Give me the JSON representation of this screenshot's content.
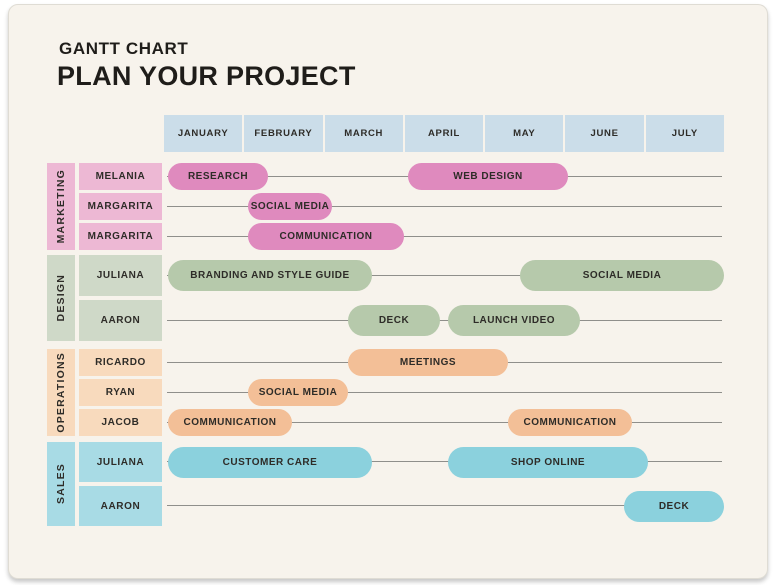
{
  "header": {
    "eyebrow": "GANTT CHART",
    "title": "PLAN YOUR PROJECT"
  },
  "palette": {
    "page_bg": "#ffffff",
    "card_bg": "#f7f3ec",
    "card_border": "#dfdcd4",
    "month_header_bg": "#cbdde9",
    "row_line": "#8f8f8b",
    "text": "#2e2c28"
  },
  "chart_data": {
    "type": "gantt",
    "title": "PLAN YOUR PROJECT",
    "subtitle": "GANTT CHART",
    "x_axis": {
      "unit": "month",
      "labels": [
        "JANUARY",
        "FEBRUARY",
        "MARCH",
        "APRIL",
        "MAY",
        "JUNE",
        "JULY"
      ],
      "range": [
        0,
        7
      ]
    },
    "groups": [
      {
        "name": "MARKETING",
        "light": "#edb8d4",
        "dark": "#df8abe",
        "rows": [
          {
            "person": "MELANIA",
            "tasks": [
              {
                "label": "RESEARCH",
                "start": 0.05,
                "end": 1.3
              },
              {
                "label": "WEB DESIGN",
                "start": 3.05,
                "end": 5.05
              }
            ]
          },
          {
            "person": "MARGARITA",
            "tasks": [
              {
                "label": "SOCIAL MEDIA",
                "start": 1.05,
                "end": 2.1
              }
            ]
          },
          {
            "person": "MARGARITA",
            "tasks": [
              {
                "label": "COMMUNICATION",
                "start": 1.05,
                "end": 3.0
              }
            ]
          }
        ]
      },
      {
        "name": "DESIGN",
        "light": "#cfd9c8",
        "dark": "#b6c9ab",
        "rows": [
          {
            "person": "JULIANA",
            "tasks": [
              {
                "label": "BRANDING AND STYLE GUIDE",
                "start": 0.05,
                "end": 2.6
              },
              {
                "label": "SOCIAL MEDIA",
                "start": 4.45,
                "end": 7.0
              }
            ]
          },
          {
            "person": "AARON",
            "tasks": [
              {
                "label": "DECK",
                "start": 2.3,
                "end": 3.45
              },
              {
                "label": "LAUNCH VIDEO",
                "start": 3.55,
                "end": 5.2
              }
            ]
          }
        ]
      },
      {
        "name": "OPERATIONS",
        "light": "#f8dabd",
        "dark": "#f3bf97",
        "rows": [
          {
            "person": "RICARDO",
            "tasks": [
              {
                "label": "MEETINGS",
                "start": 2.3,
                "end": 4.3
              }
            ]
          },
          {
            "person": "RYAN",
            "tasks": [
              {
                "label": "SOCIAL MEDIA",
                "start": 1.05,
                "end": 2.3
              }
            ]
          },
          {
            "person": "JACOB",
            "tasks": [
              {
                "label": "COMMUNICATION",
                "start": 0.05,
                "end": 1.6
              },
              {
                "label": "COMMUNICATION",
                "start": 4.3,
                "end": 5.85
              }
            ]
          }
        ]
      },
      {
        "name": "SALES",
        "light": "#a8dbe5",
        "dark": "#8bd1dd",
        "rows": [
          {
            "person": "JULIANA",
            "tasks": [
              {
                "label": "CUSTOMER CARE",
                "start": 0.05,
                "end": 2.6
              },
              {
                "label": "SHOP ONLINE",
                "start": 3.55,
                "end": 6.05
              }
            ]
          },
          {
            "person": "AARON",
            "tasks": [
              {
                "label": "DECK",
                "start": 5.75,
                "end": 7.0
              }
            ]
          }
        ]
      }
    ]
  }
}
